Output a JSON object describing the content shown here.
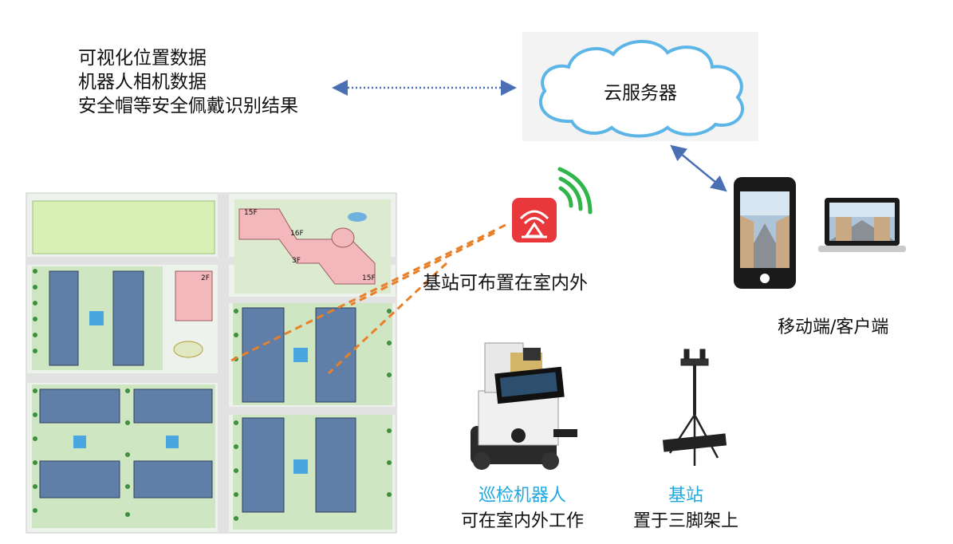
{
  "data_items": [
    "可视化位置数据",
    "机器人相机数据",
    "安全帽等安全佩戴识别结果"
  ],
  "cloud_label": "云服务器",
  "base_station_caption": "基站可布置在室内外",
  "mobile_caption": "移动端/客户端",
  "robot": {
    "title": "巡检机器人",
    "subtitle": "可在室内外工作"
  },
  "base": {
    "title": "基站",
    "subtitle": "置于三脚架上"
  },
  "map_labels": {
    "floor_15f_a": "15F",
    "floor_16f": "16F",
    "floor_3f": "3F",
    "floor_15f_b": "15F",
    "floor_2f": "2F"
  },
  "colors": {
    "accent_blue": "#1fa8e0",
    "dotted_arrow": "#4a6fb5",
    "dashed_link": "#e8802a",
    "cloud_stroke": "#5bb5e6",
    "app_red": "#e8383b",
    "signal_green": "#2fb54a"
  }
}
